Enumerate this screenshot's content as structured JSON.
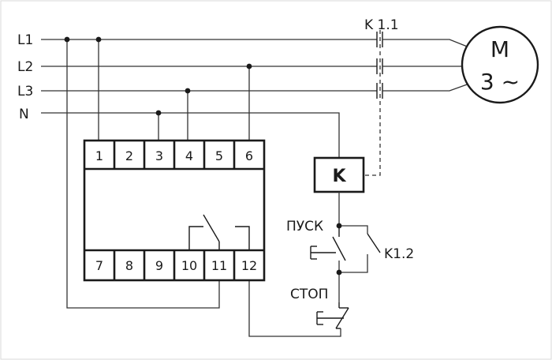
{
  "lines": {
    "l1": "L1",
    "l2": "L2",
    "l3": "L3",
    "n": "N"
  },
  "relay": {
    "top_terminals": [
      "1",
      "2",
      "3",
      "4",
      "5",
      "6"
    ],
    "bottom_terminals": [
      "7",
      "8",
      "9",
      "10",
      "11",
      "12"
    ]
  },
  "contactor": {
    "coil_label": "K",
    "main_contact_label": "K 1.1",
    "aux_contact_label": "K1.2"
  },
  "motor": {
    "label_top": "M",
    "label_bottom": "3 ~"
  },
  "buttons": {
    "start": "ПУСК",
    "stop": "СТОП"
  }
}
